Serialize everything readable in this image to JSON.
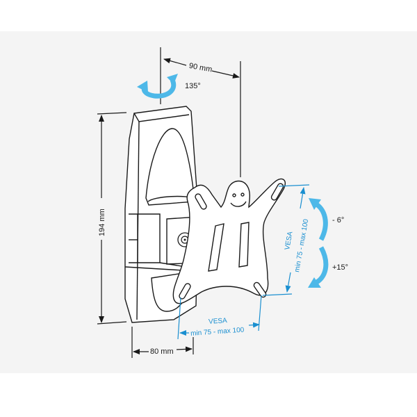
{
  "diagram": {
    "subject": "TV wall mount with VESA plate",
    "dimensions": {
      "depth": "90 mm",
      "height": "194 mm",
      "width": "80 mm"
    },
    "rotation": {
      "swivel": "135°",
      "tilt_up": "- 6°",
      "tilt_down": "+15°"
    },
    "vesa": {
      "vertical_title": "VESA",
      "vertical_range": "min 75 - max 100",
      "horizontal_title": "VESA",
      "horizontal_range": "min 75 - max 100"
    },
    "colors": {
      "accent_blue": "#4db8e8",
      "dimension_blue": "#1a8fd0",
      "line": "#1a1a1a",
      "background_band": "#f4f4f4"
    }
  }
}
